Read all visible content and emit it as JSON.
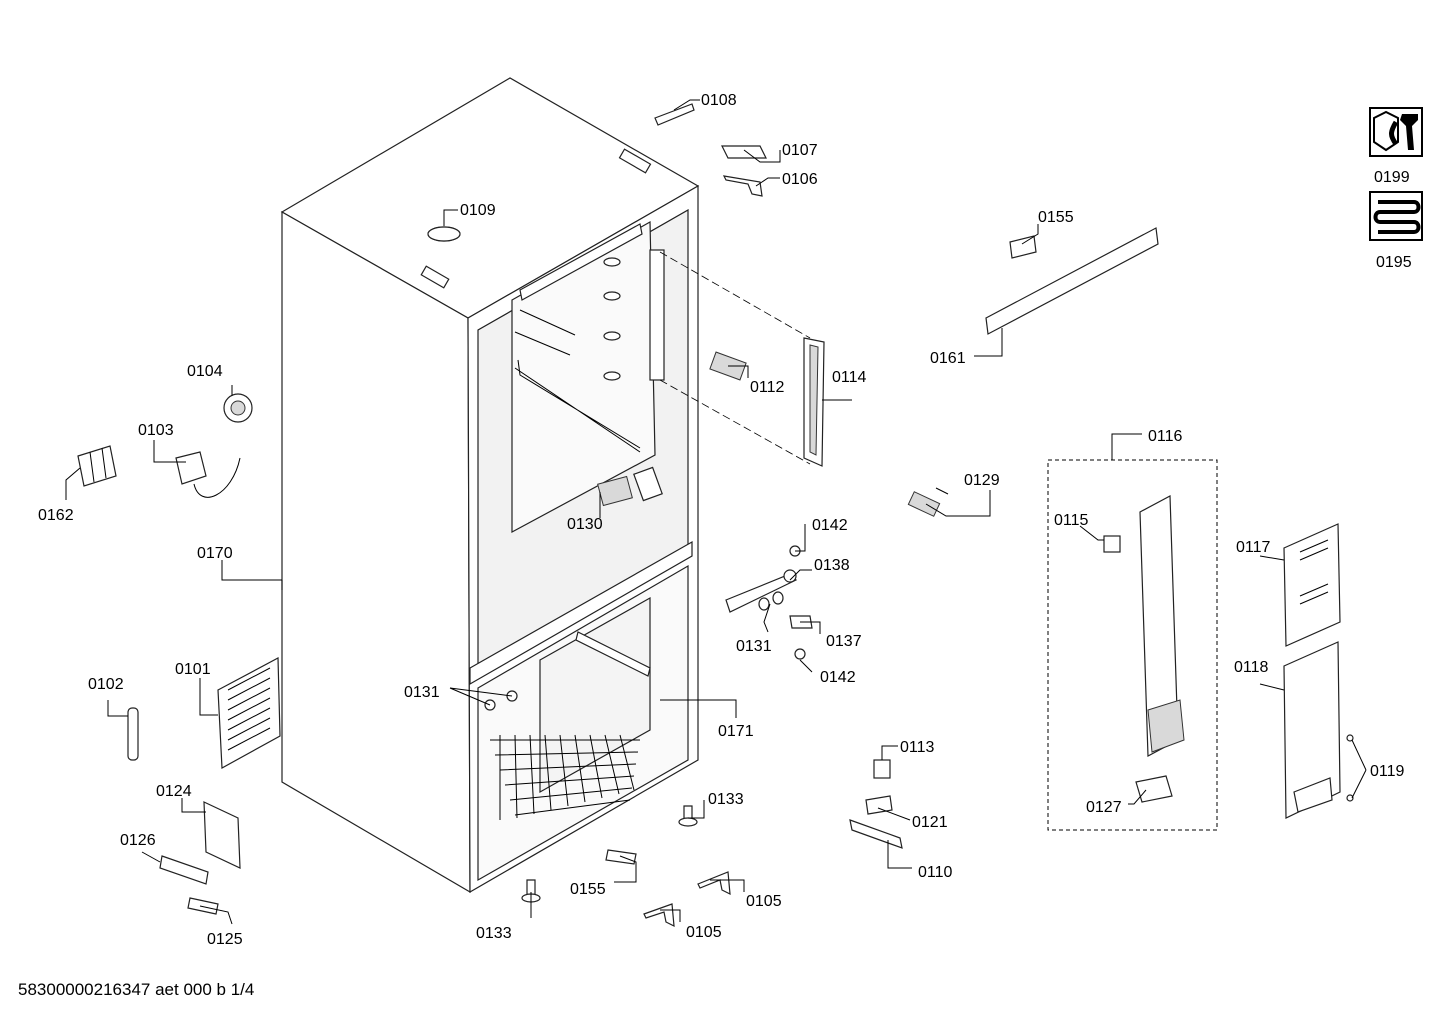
{
  "footer_text": "58300000216347 aet 000 b 1/4",
  "icons": [
    {
      "name": "tools-icon",
      "label": "0199"
    },
    {
      "name": "coil-icon",
      "label": "0195"
    }
  ],
  "callouts": {
    "p0101": "0101",
    "p0102": "0102",
    "p0103": "0103",
    "p0104": "0104",
    "p0105a": "0105",
    "p0105b": "0105",
    "p0106": "0106",
    "p0107": "0107",
    "p0108": "0108",
    "p0109": "0109",
    "p0110": "0110",
    "p0112": "0112",
    "p0113": "0113",
    "p0114": "0114",
    "p0115": "0115",
    "p0116": "0116",
    "p0117": "0117",
    "p0118": "0118",
    "p0119": "0119",
    "p0121": "0121",
    "p0124": "0124",
    "p0125": "0125",
    "p0126": "0126",
    "p0127": "0127",
    "p0129": "0129",
    "p0130": "0130",
    "p0131a": "0131",
    "p0131b": "0131",
    "p0133a": "0133",
    "p0133b": "0133",
    "p0137": "0137",
    "p0138": "0138",
    "p0142a": "0142",
    "p0142b": "0142",
    "p0155a": "0155",
    "p0155b": "0155",
    "p0161": "0161",
    "p0162": "0162",
    "p0170": "0170",
    "p0171": "0171"
  }
}
